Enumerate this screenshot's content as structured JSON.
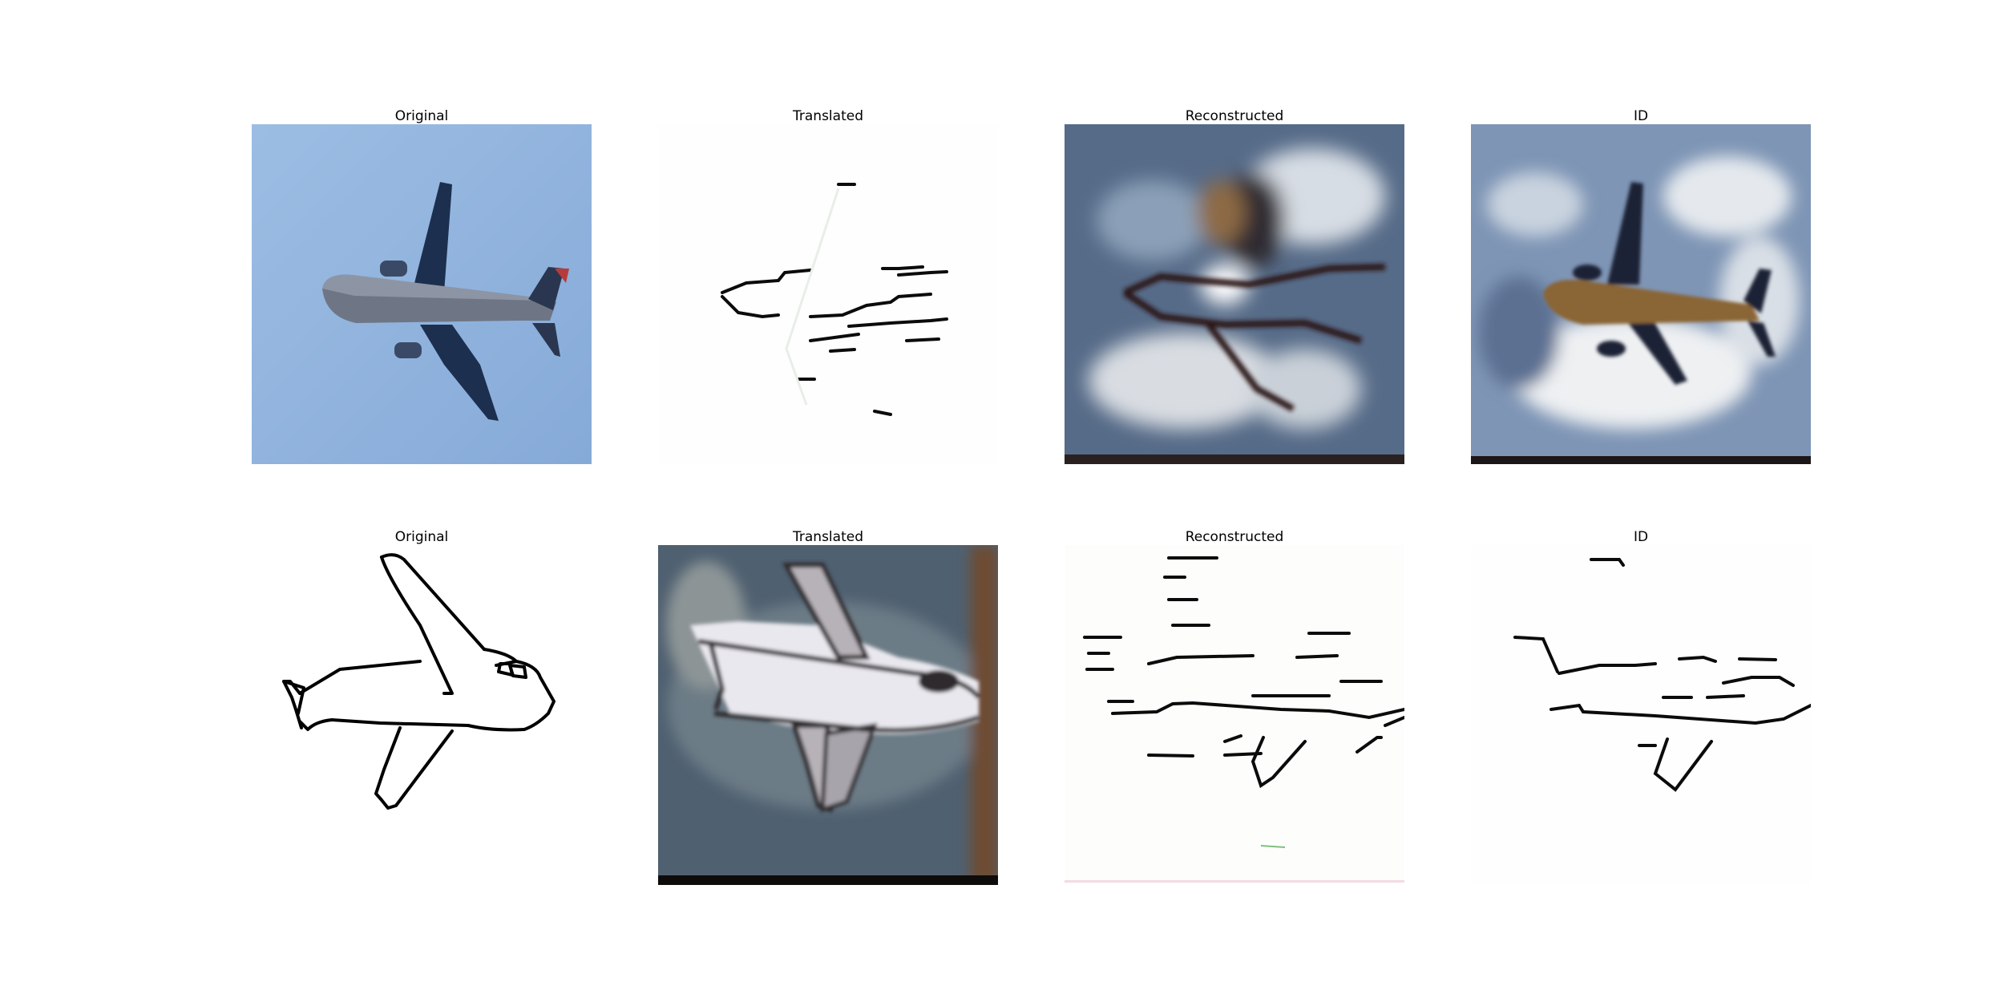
{
  "figure": {
    "rows": [
      {
        "panels": [
          {
            "title": "Original",
            "image": "photo of airliner in blue sky"
          },
          {
            "title": "Translated",
            "image": "sparse black line sketch of airplane"
          },
          {
            "title": "Reconstructed",
            "image": "blurry airplane on cloudy background"
          },
          {
            "title": "ID",
            "image": "blurry brown airplane on cloudy sky"
          }
        ]
      },
      {
        "panels": [
          {
            "title": "Original",
            "image": "hand drawn airplane sketch"
          },
          {
            "title": "Translated",
            "image": "blurry rendered airplane on teal background"
          },
          {
            "title": "Reconstructed",
            "image": "broken line sketch of airplane"
          },
          {
            "title": "ID",
            "image": "broken line sketch of airplane"
          }
        ]
      }
    ]
  }
}
